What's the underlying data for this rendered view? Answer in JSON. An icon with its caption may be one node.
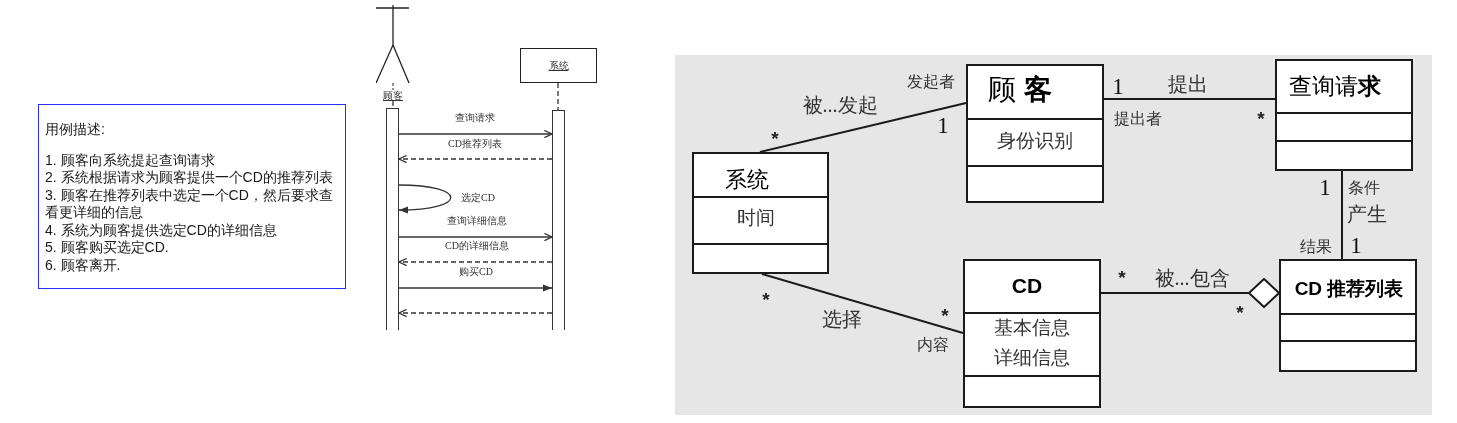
{
  "diagram": {
    "nodes": [
      {
        "text": [
          "用例描述:",
          "1. 顾客向系统提起查询请求",
          "2. 系统根据请求为顾客提供一个CD的推荐列表",
          "3. 顾客在推荐列表中选定一个CD，然后要求查看更详细的信息",
          "4. 系统为顾客提供选定CD的详细信息",
          "5. 顾客购买选定CD.",
          "6. 顾客离开."
        ]
      },
      {
        "text": [
          "顾客"
        ]
      },
      {
        "text": [
          "系统"
        ]
      },
      {
        "text": [],
        "shape": "bar"
      },
      {
        "text": [],
        "shape": "bar"
      },
      {
        "text": [
          "系统",
          "时间"
        ]
      },
      {
        "text": [
          "顾 **客**",
          "身份识别"
        ]
      },
      {
        "text": [
          "查询请**求**"
        ]
      },
      {
        "text": [
          "CD",
          "基本信息",
          "详细信息"
        ]
      },
      {
        "text": [
          "CD 推荐列表"
        ]
      }
    ],
    "edges": [
      {
        "from": 1,
        "to": 3,
        "arrow": "none",
        "style": "dashed"
      },
      {
        "from": 2,
        "to": 4,
        "arrow": "none",
        "style": "dashed"
      },
      {
        "from": 3,
        "to": 4,
        "arrow": "to",
        "label": "查询请求"
      },
      {
        "from": 4,
        "to": 3,
        "arrow": "to",
        "label": "CD推荐列表",
        "style": "dashed"
      },
      {
        "from": 3,
        "to": 3,
        "arrow": "to",
        "label": "选定CD"
      },
      {
        "from": 3,
        "to": 4,
        "arrow": "to",
        "label": "查询详细信息"
      },
      {
        "from": 4,
        "to": 3,
        "arrow": "to",
        "label": "CD的详细信息",
        "style": "dashed"
      },
      {
        "from": 3,
        "to": 4,
        "arrow": "to",
        "label": "购买CD"
      },
      {
        "from": 4,
        "to": 3,
        "arrow": "to",
        "style": "dashed"
      },
      {
        "from": 5,
        "to": 6,
        "arrow": "none",
        "label": "被...发起"
      },
      {
        "from": 6,
        "to": 7,
        "arrow": "none",
        "label": "提出"
      },
      {
        "from": 7,
        "to": 9,
        "arrow": "none",
        "label": "产生"
      },
      {
        "from": 5,
        "to": 8,
        "arrow": "none",
        "label": "选择"
      },
      {
        "from": 8,
        "to": 9,
        "arrow": "other",
        "label": "被...包含"
      }
    ],
    "labels": [
      "发起者",
      "1",
      "提出者",
      "*",
      "1",
      "*",
      "1",
      "条件",
      "结果",
      "1",
      "*",
      "*",
      "*",
      "*",
      "内容"
    ]
  }
}
